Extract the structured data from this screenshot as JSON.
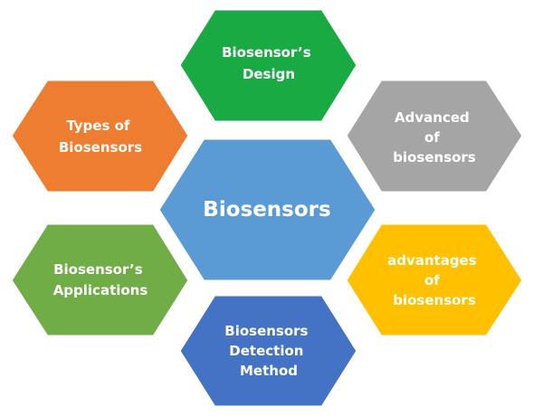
{
  "center": {
    "lines": [
      "Biosensors"
    ],
    "color": "#5b9bd5"
  },
  "nodes": [
    {
      "id": "design",
      "lines": [
        "Biosensor’s",
        "Design"
      ],
      "color": "#1aaa44"
    },
    {
      "id": "types",
      "lines": [
        "Types of",
        "Biosensors"
      ],
      "color": "#ed7d31"
    },
    {
      "id": "advanced",
      "lines": [
        "Advanced",
        "of",
        "biosensors"
      ],
      "color": "#a5a5a5"
    },
    {
      "id": "applications",
      "lines": [
        "Biosensor’s",
        "Applications"
      ],
      "color": "#70ad47"
    },
    {
      "id": "advantages",
      "lines": [
        "advantages",
        "of",
        "biosensors"
      ],
      "color": "#ffc000"
    },
    {
      "id": "detection",
      "lines": [
        "Biosensors",
        "Detection",
        "Method"
      ],
      "color": "#4472c4"
    }
  ]
}
